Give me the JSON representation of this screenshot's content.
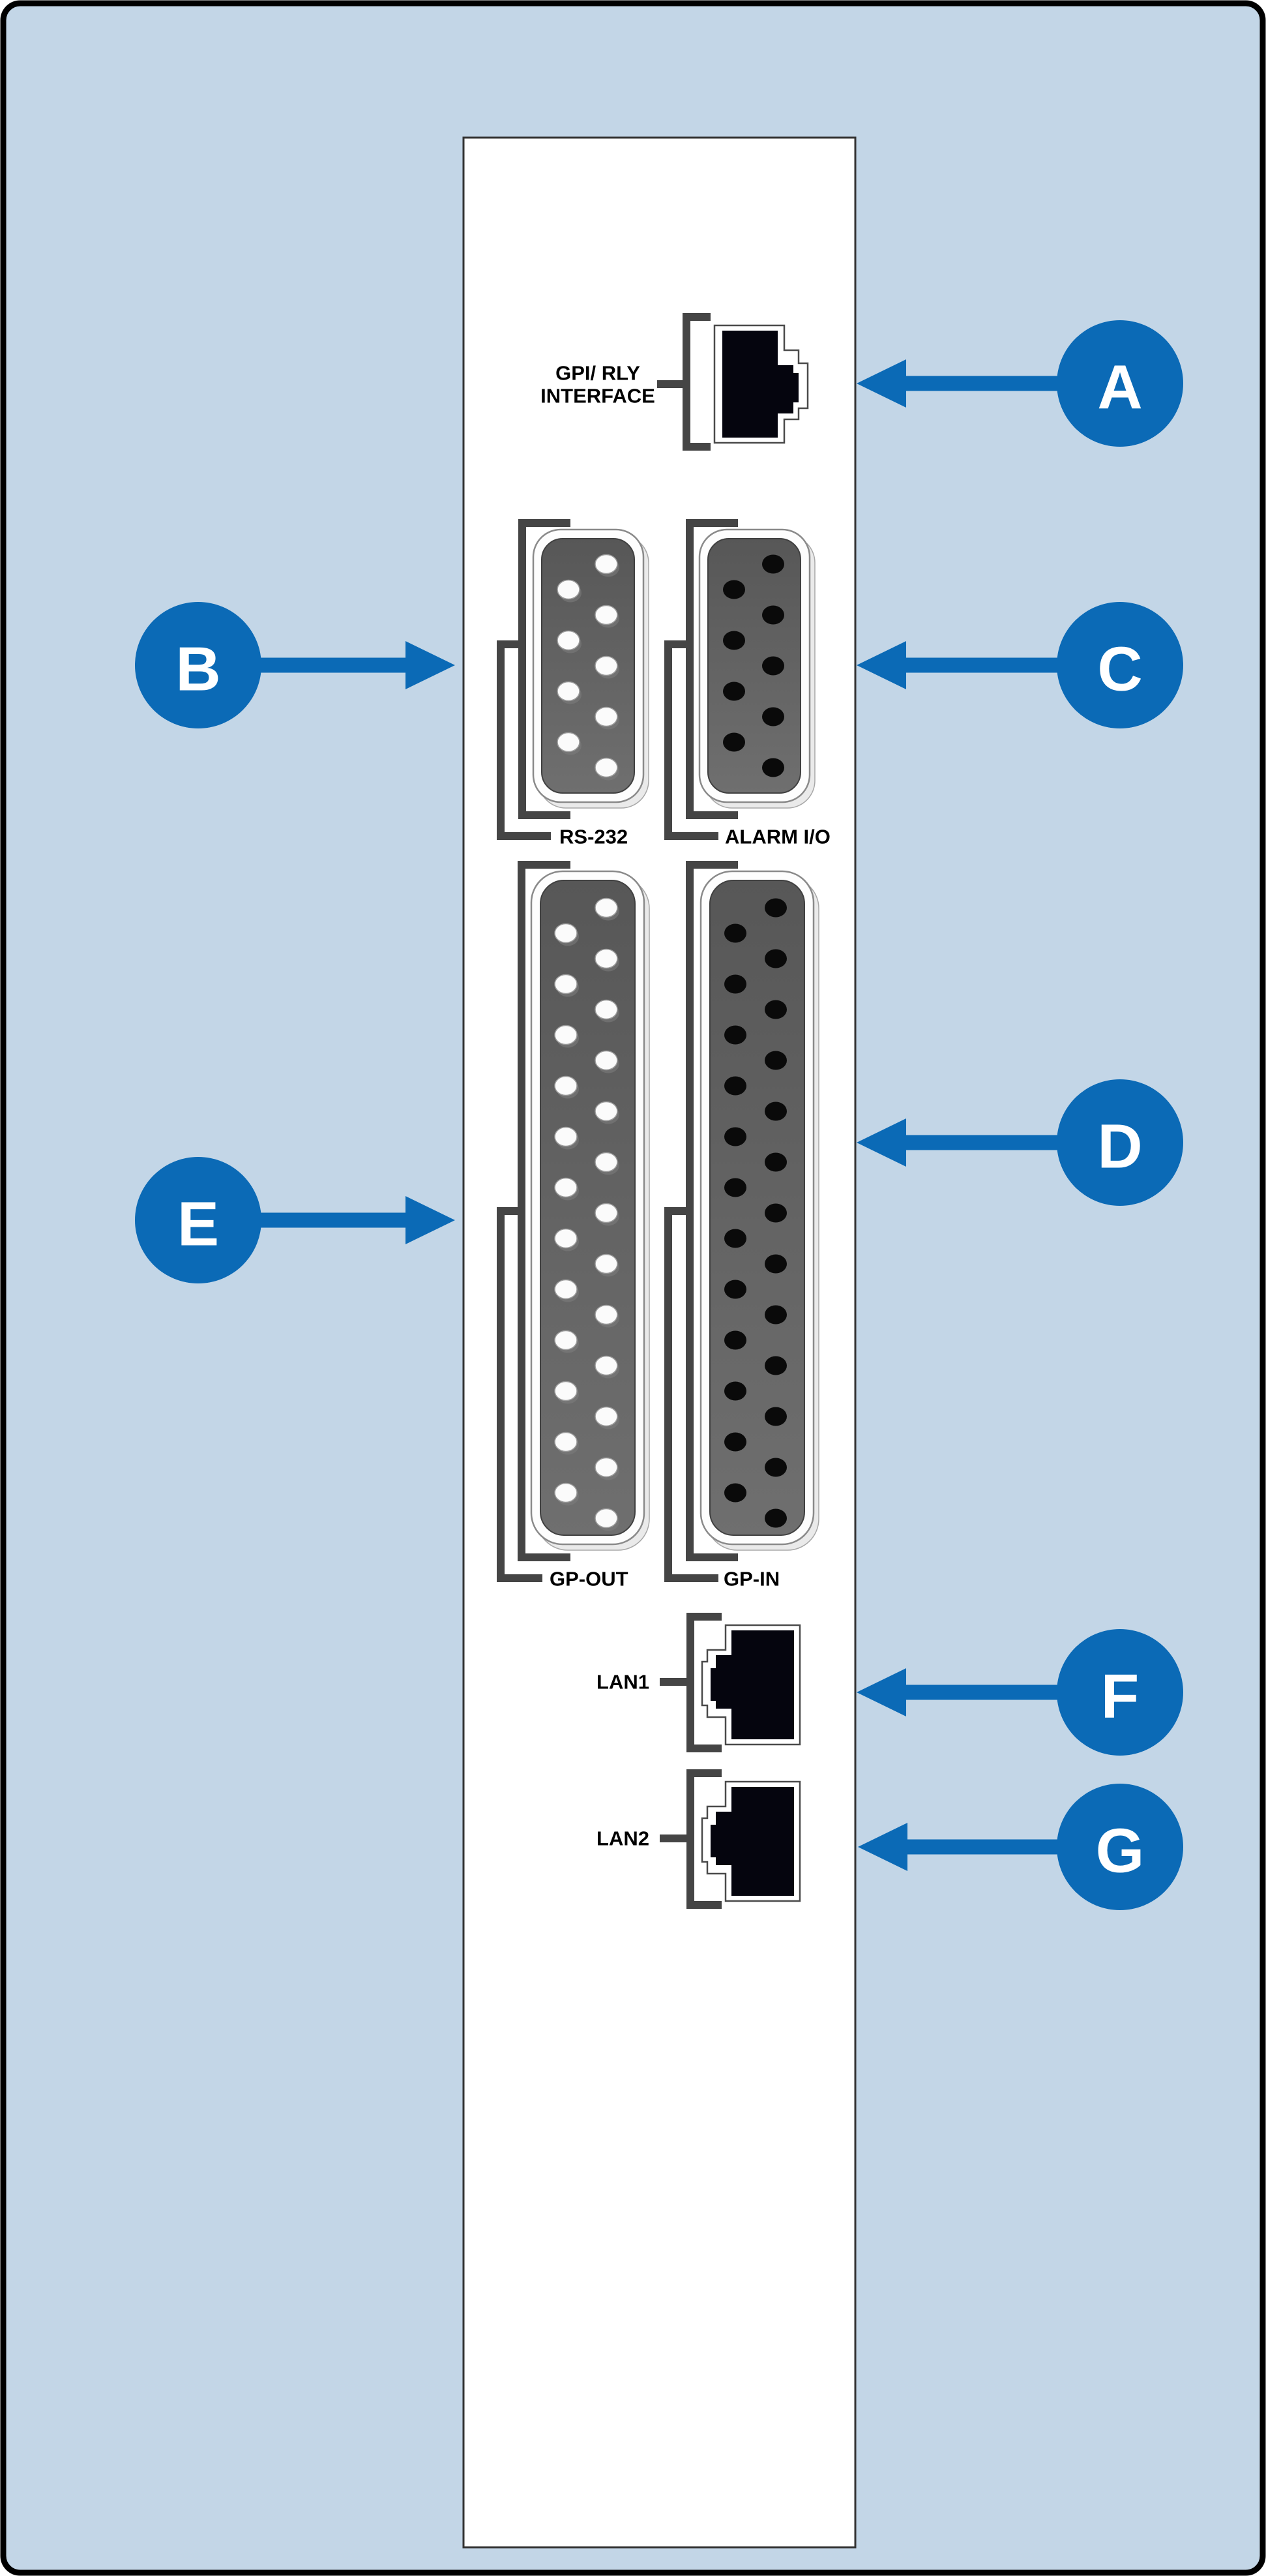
{
  "figure": {
    "description": "Rear panel connector identification diagram",
    "colors": {
      "background_blue": "#c3d6e7",
      "outer_border": "#000000",
      "panel_white": "#ffffff",
      "panel_border": "#333333",
      "bracket_gray": "#454545",
      "connector_face_gray": "#5f5f5f",
      "jack_dark": "#05050e",
      "callout_blue": "#0b6ab6"
    },
    "panel": {
      "connectors": [
        {
          "id": "gpi-rly",
          "type": "rj45-jack",
          "label_line1": "GPI/ RLY",
          "label_line2": "INTERFACE"
        },
        {
          "id": "rs-232",
          "type": "db9-male",
          "label": "RS-232"
        },
        {
          "id": "alarm-io",
          "type": "db9-female",
          "label": "ALARM I/O"
        },
        {
          "id": "gp-out",
          "type": "db25-male",
          "label": "GP-OUT"
        },
        {
          "id": "gp-in",
          "type": "db25-female",
          "label": "GP-IN"
        },
        {
          "id": "lan1",
          "type": "rj45-jack",
          "label": "LAN1"
        },
        {
          "id": "lan2",
          "type": "rj45-jack",
          "label": "LAN2"
        }
      ]
    },
    "callouts": [
      {
        "letter": "A",
        "points_to": "GPI/ RLY INTERFACE"
      },
      {
        "letter": "B",
        "points_to": "RS-232"
      },
      {
        "letter": "C",
        "points_to": "ALARM I/O"
      },
      {
        "letter": "D",
        "points_to": "GP-IN"
      },
      {
        "letter": "E",
        "points_to": "GP-OUT"
      },
      {
        "letter": "F",
        "points_to": "LAN1"
      },
      {
        "letter": "G",
        "points_to": "LAN2"
      }
    ]
  }
}
